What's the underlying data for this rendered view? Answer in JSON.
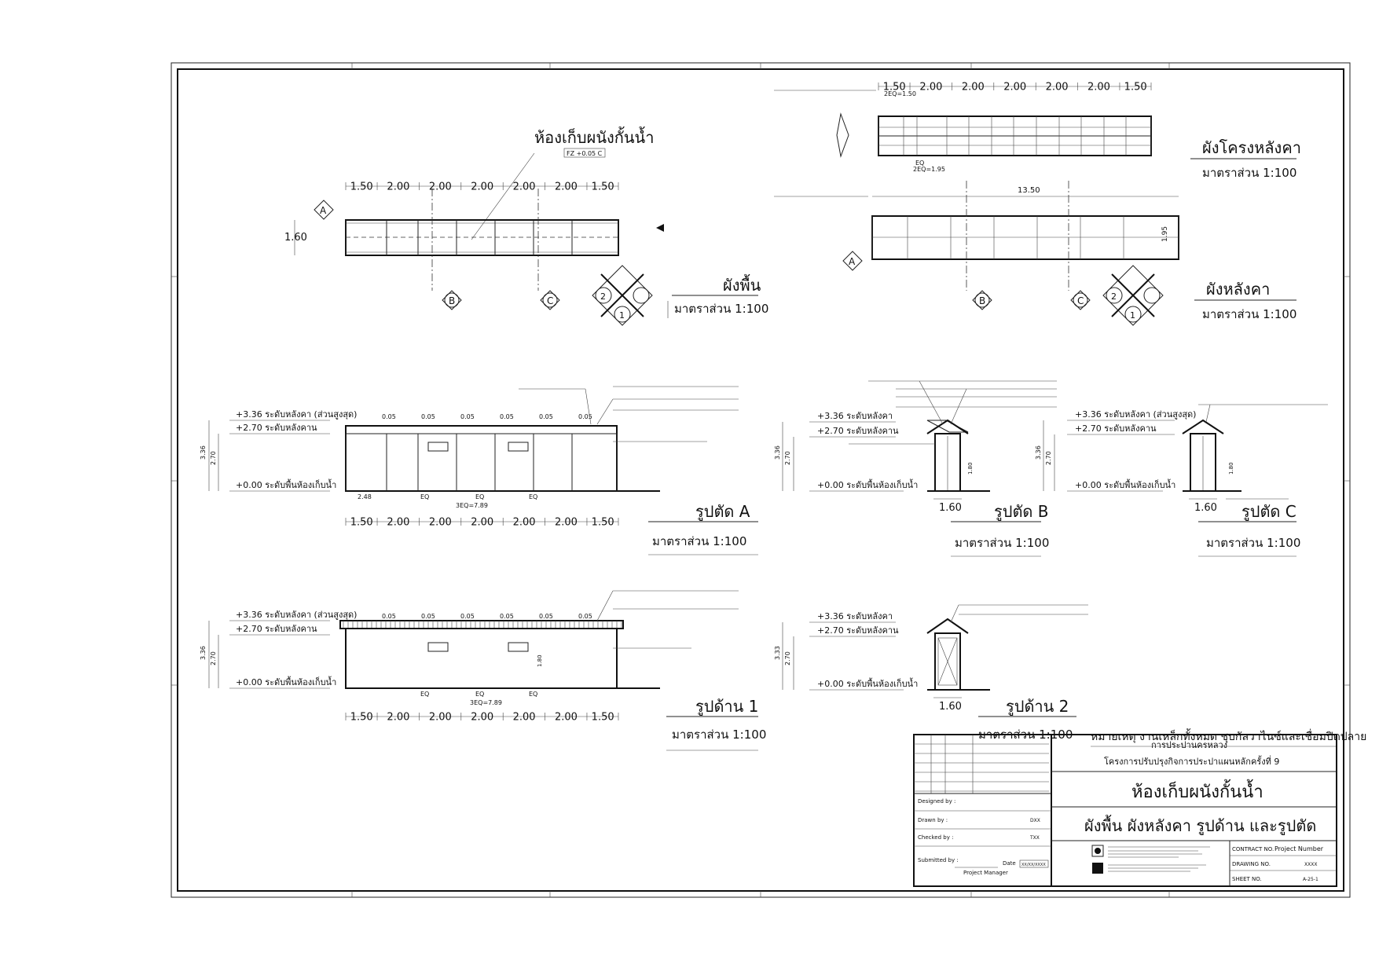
{
  "sheet": {
    "roof_frame_plan": {
      "title": "ผังโครงหลังคา",
      "scale": "มาตราส่วน 1:100",
      "dims": [
        "1.50",
        "2.00",
        "2.00",
        "2.00",
        "2.00",
        "2.00",
        "1.50"
      ],
      "dim_2eq_top": "2EQ=1.50",
      "eq": "EQ",
      "dim_2eq_bottom": "2EQ=1.95"
    },
    "floor_plan": {
      "title": "ผังพื้น",
      "scale": "มาตราส่วน 1:100",
      "room_label": "ห้องเก็บผนังกั้นน้ำ",
      "room_level": "FZ +0.05 C",
      "dims": [
        "1.50",
        "2.00",
        "2.00",
        "2.00",
        "2.00",
        "2.00",
        "1.50"
      ],
      "width": "1.60",
      "grid_a": "A",
      "grid_b": "B",
      "grid_c": "C"
    },
    "roof_plan": {
      "title": "ผังหลังคา",
      "scale": "มาตราส่วน 1:100",
      "overall": "13.50",
      "width": "1.95",
      "grid_a": "A",
      "grid_b": "B",
      "grid_c": "C"
    },
    "compass": {
      "n1": "1",
      "n2": "2"
    },
    "levels": {
      "roof_top": "+3.36 ระดับหลังคา (ส่วนสูงสุด)",
      "roof_top_short": "+3.36 ระดับหลังคา",
      "beam": "+2.70 ระดับหลังคาน",
      "floor": "+0.00 ระดับพื้นห้องเก็บน้ำ",
      "h_336": "3.36",
      "h_333": "3.33",
      "h_270": "2.70",
      "h_180": "1.80"
    },
    "section_a": {
      "title": "รูปตัด A",
      "scale": "มาตราส่วน 1:100",
      "dims": [
        "1.50",
        "2.00",
        "2.00",
        "2.00",
        "2.00",
        "2.00",
        "1.50"
      ],
      "small": "0.05",
      "d248": "2.48",
      "eq": "EQ",
      "total": "3EQ=7.89"
    },
    "section_b": {
      "title": "รูปตัด B",
      "scale": "มาตราส่วน 1:100",
      "width": "1.60"
    },
    "section_c": {
      "title": "รูปตัด C",
      "scale": "มาตราส่วน 1:100",
      "width": "1.60"
    },
    "elevation_1": {
      "title": "รูปด้าน 1",
      "scale": "มาตราส่วน 1:100",
      "dims": [
        "1.50",
        "2.00",
        "2.00",
        "2.00",
        "2.00",
        "2.00",
        "1.50"
      ],
      "small": "0.05",
      "eq": "EQ",
      "total": "3EQ=7.89"
    },
    "elevation_2": {
      "title": "รูปด้าน 2",
      "scale": "มาตราส่วน 1:100",
      "width": "1.60"
    },
    "note": "หมายเหตุ  งานเหล็กทั้งหมด ชุบกัลวาไนซ์และเชื่อมปิดปลาย",
    "title_block": {
      "owner": "การประปานครหลวง",
      "project": "โครงการปรับปรุงกิจการประปาแผนหลักครั้งที่ 9",
      "building": "ห้องเก็บผนังกั้นน้ำ",
      "drawing": "ผังพื้น  ผังหลังคา  รูปด้าน  และรูปตัด",
      "designed_by": "Designed by :",
      "drawn_by": "Drawn by :",
      "drawn_val": "DXX",
      "checked_by": "Checked by :",
      "checked_val": "TXX",
      "submitted_by": "Submitted by :",
      "date_label": "Date",
      "date_val": "XX/XX/XXXX",
      "pm": "Project Manager",
      "contract_no": "CONTRACT NO.",
      "contract_val": "Project Number",
      "drawing_no": "DRAWING NO.",
      "drawing_val": "XXXX",
      "sheet_no": "SHEET NO.",
      "sheet_val": "A-25-1"
    }
  }
}
